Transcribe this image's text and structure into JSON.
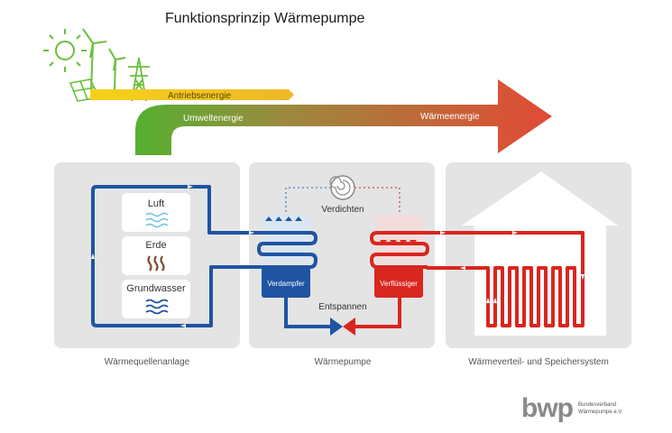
{
  "title": "Funktionsprinzip Wärmepumpe",
  "arrow": {
    "drive_energy": "Antriebsenergie",
    "environment_energy": "Umweltenergie",
    "heat_energy": "Wärmeenergie"
  },
  "source_panel": {
    "items": [
      "Luft",
      "Erde",
      "Grundwasser"
    ],
    "caption": "Wärmequellenanlage"
  },
  "pump_panel": {
    "compress": "Verdichten",
    "expand": "Entspannen",
    "evaporator": "Verdampfer",
    "condenser": "Verflüssiger",
    "caption": "Wärmepumpe"
  },
  "distribution_panel": {
    "caption": "Wärmeverteil- und Speichersystem"
  },
  "logo": {
    "mark": "bwp",
    "line1": "Bundesverband",
    "line2": "Wärmepumpe e.V."
  },
  "colors": {
    "blue": "#1f54a3",
    "red": "#d9261f",
    "green": "#4caf2f",
    "yellow": "#f4cc1a",
    "panel": "#e4e4e4"
  }
}
